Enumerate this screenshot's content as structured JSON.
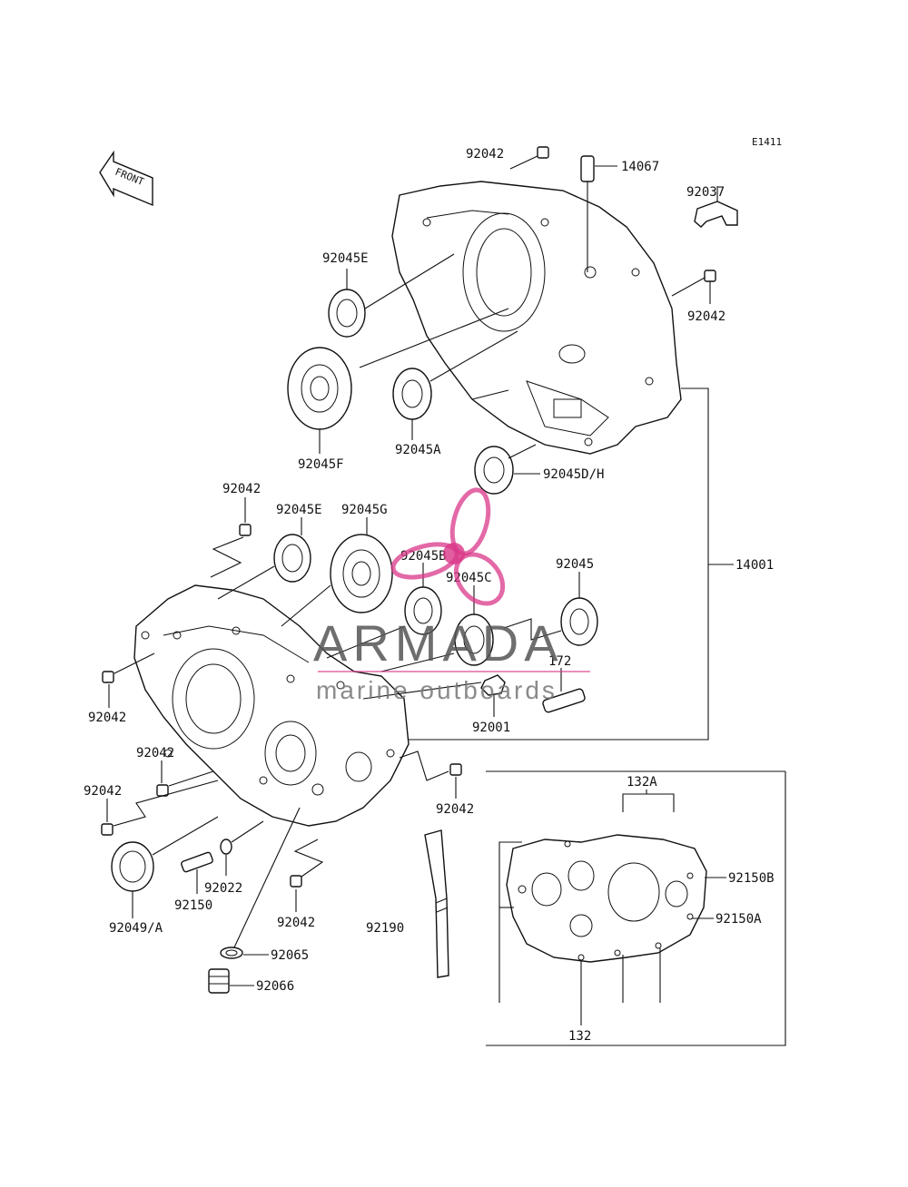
{
  "diagram_code": "E1411",
  "front_label": "FRONT",
  "watermark": {
    "brand": "ARMADA",
    "tagline": "marine outboards",
    "color": "#d9378a"
  },
  "labels": {
    "p92042_top": "92042",
    "p14067": "14067",
    "p92037": "92037",
    "p92042_right": "92042",
    "p92045E_top": "92045E",
    "p92045F": "92045F",
    "p92045A": "92045A",
    "p92045DH": "92045D/H",
    "p14001": "14001",
    "p92042_mid": "92042",
    "p92045E_mid": "92045E",
    "p92045G": "92045G",
    "p92045B": "92045B",
    "p92045C": "92045C",
    "p92045": "92045",
    "p172": "172",
    "p92001": "92001",
    "p92042_left1": "92042",
    "p92042_left2": "92042",
    "p92042_left3": "92042",
    "p92042_c1": "92042",
    "p92042_c2": "92042",
    "p92049A": "92049/A",
    "p92150": "92150",
    "p92022": "92022",
    "p92065": "92065",
    "p92066": "92066",
    "p92190": "92190",
    "p132A": "132A",
    "p92150B": "92150B",
    "p92150A": "92150A",
    "p132": "132"
  }
}
